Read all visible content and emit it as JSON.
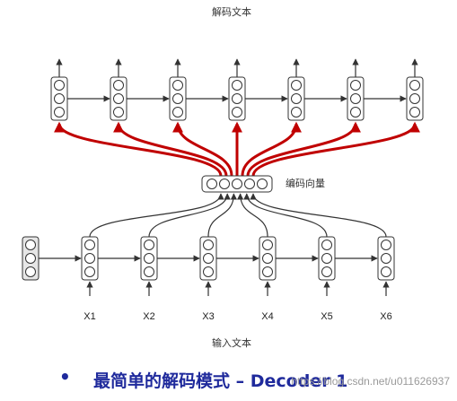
{
  "title_top": "解码文本",
  "vector_label": "编码向量",
  "input_label": "输入文本",
  "inputs": [
    "X1",
    "X2",
    "X3",
    "X4",
    "X5",
    "X6"
  ],
  "bullet": "•",
  "caption": "最简单的解码模式 – Decoder 1",
  "watermark": "https://blog.csdn.net/u011626937",
  "colors": {
    "attention": "#c00000",
    "text_accent": "#1f2a9c"
  }
}
